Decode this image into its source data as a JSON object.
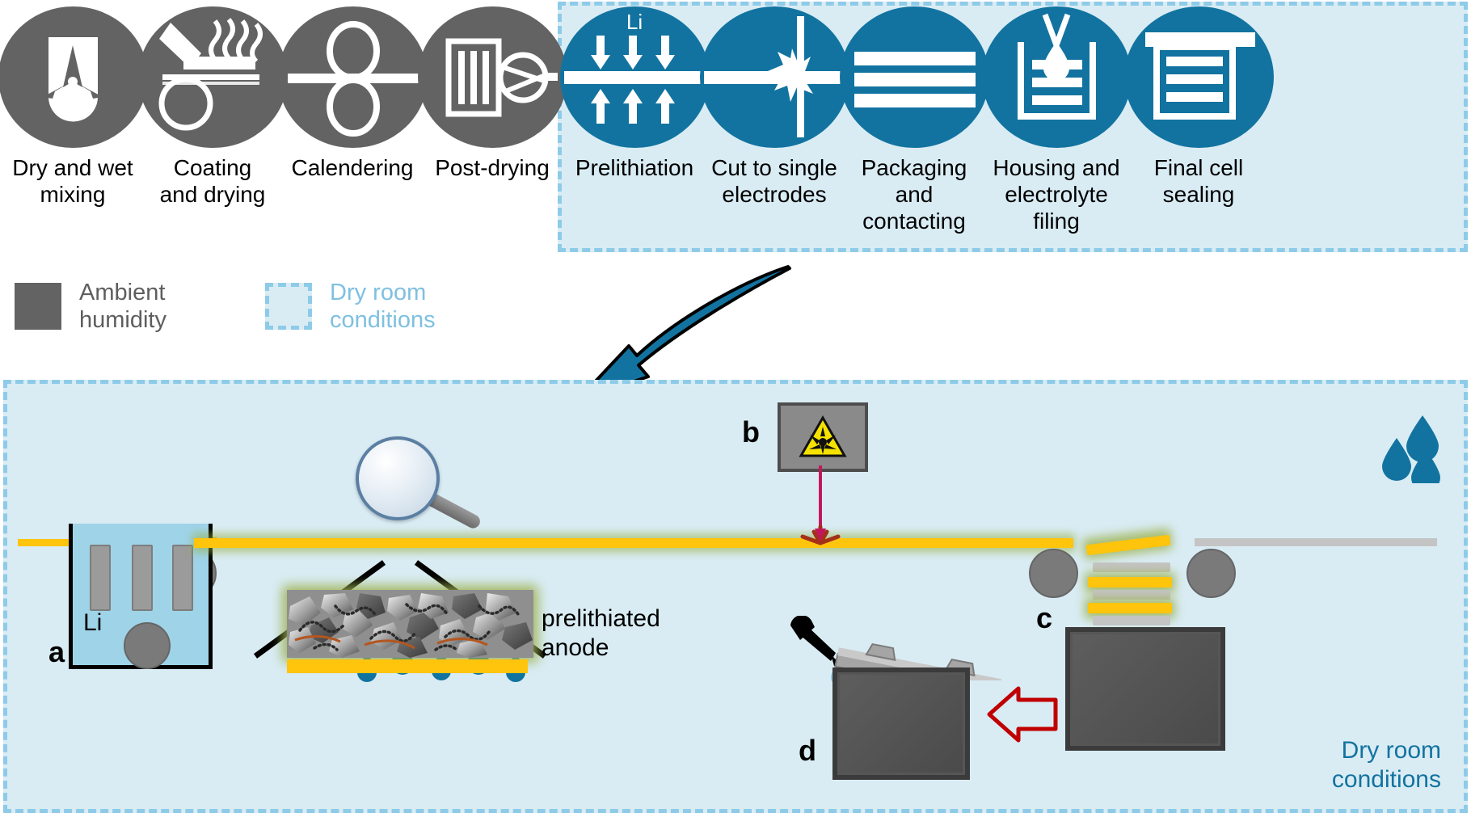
{
  "figure": {
    "type": "battery-manufacturing-process-diagram",
    "colors": {
      "ambient_gray": "#636363",
      "dryroom_blue": "#1273a0",
      "dryroom_fill": "#d9ecf4",
      "dryroom_border": "#8ecbe8",
      "web_yellow": "#ffc40c",
      "glow_green": "#9db14e",
      "laser_red": "#c2185b",
      "red_arrow": "#c00000",
      "bath_fluid": "#9fd3e8"
    }
  },
  "process_chain": {
    "ambient_steps": [
      {
        "id": "dry-and-wet-mixing",
        "label": "Dry and wet\nmixing",
        "icon": "mixer-icon",
        "condition": "ambient"
      },
      {
        "id": "coating-and-drying",
        "label": "Coating\nand drying",
        "icon": "coating-dryer-icon",
        "condition": "ambient"
      },
      {
        "id": "calendering",
        "label": "Calendering",
        "icon": "calender-rollers-icon",
        "condition": "ambient"
      },
      {
        "id": "post-drying",
        "label": "Post-drying",
        "icon": "vacuum-oven-icon",
        "condition": "ambient"
      }
    ],
    "dryroom_steps": [
      {
        "id": "prelithiation",
        "label": "Prelithiation",
        "icon": "lithium-arrows-icon",
        "condition": "dryroom",
        "icon_text": "Li"
      },
      {
        "id": "cut-to-single-electrodes",
        "label": "Cut to single\nelectrodes",
        "icon": "laser-cutting-icon",
        "condition": "dryroom"
      },
      {
        "id": "packaging-and-contacting",
        "label": "Packaging\nand\ncontacting",
        "icon": "stack-layers-icon",
        "condition": "dryroom"
      },
      {
        "id": "housing-and-electrolyte-filing",
        "label": "Housing and\nelectrolyte filing",
        "icon": "electrolyte-filling-icon",
        "condition": "dryroom"
      },
      {
        "id": "final-cell-sealing",
        "label": "Final cell\nsealing",
        "icon": "cell-sealing-icon",
        "condition": "dryroom"
      }
    ]
  },
  "legend": {
    "items": [
      {
        "id": "ambient-humidity",
        "label": "Ambient\nhumidity",
        "swatch": "solid-gray-square"
      },
      {
        "id": "dry-room-conditions",
        "label": "Dry room\nconditions",
        "swatch": "dashed-blue-square"
      }
    ]
  },
  "detail_panel": {
    "panel_label": "Dry room\nconditions",
    "callouts": [
      {
        "letter": "a",
        "name": "lithium-bath-prelithiation"
      },
      {
        "letter": "b",
        "name": "laser-cutting-station"
      },
      {
        "letter": "c",
        "name": "electrode-stacking-station"
      },
      {
        "letter": "d",
        "name": "electrolyte-filling-station"
      }
    ],
    "bath_label": "Li",
    "anode_caption": "prelithiated\nanode",
    "magnifier_drop_count": 5,
    "corner_drop_count": 3,
    "stack_layers": 6
  }
}
